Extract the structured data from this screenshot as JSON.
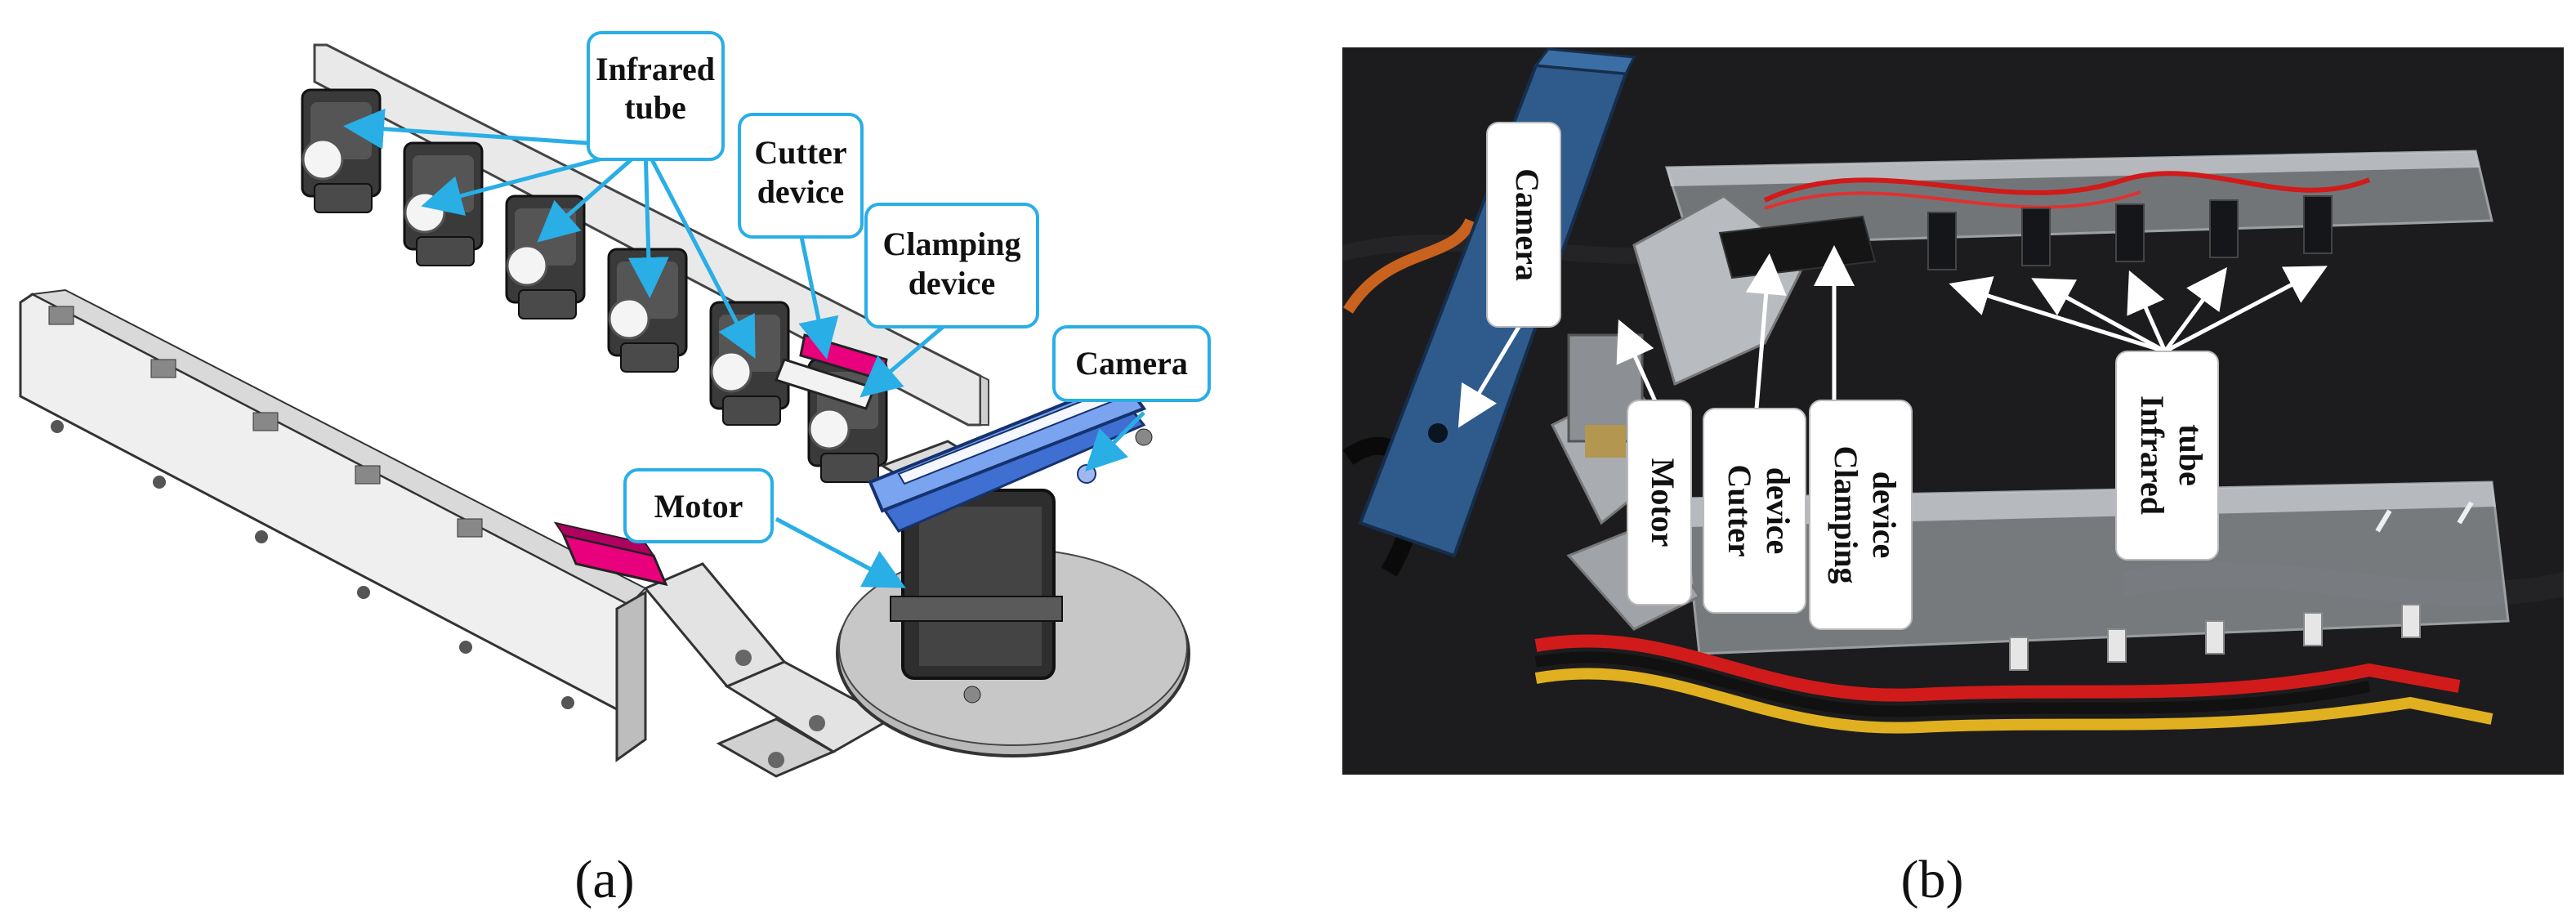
{
  "panel_a": {
    "caption": "(a)",
    "labels": {
      "infrared_tube": [
        "Infrared",
        "tube"
      ],
      "cutter_device": [
        "Cutter",
        "device"
      ],
      "clamping_device": [
        "Clamping",
        "device"
      ],
      "camera": "Camera",
      "motor": "Motor"
    }
  },
  "panel_b": {
    "caption": "(b)",
    "labels": {
      "camera": "Camera",
      "motor": "Motor",
      "cutter_device": [
        "Cutter",
        "device"
      ],
      "clamping_device": [
        "Clamping",
        "device"
      ],
      "infrared_tube": [
        "Infrared",
        "tube"
      ]
    }
  },
  "colors": {
    "callout_blue": "#29aee6",
    "magenta": "#e8007c",
    "camera_blue": "#6e9ae6",
    "photo_bg": "#1c1c1e"
  }
}
